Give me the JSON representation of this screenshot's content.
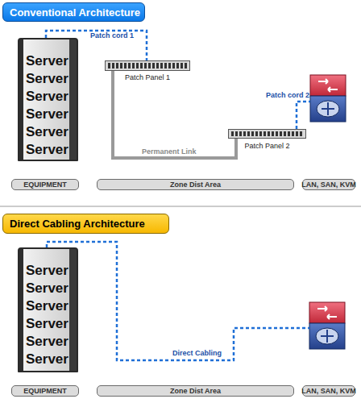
{
  "diagram": {
    "nodes": [
      {
        "text": [
          "Conventional Architecture"
        ]
      },
      {
        "text": [
          "Server",
          "Server",
          "Server",
          "Server",
          "Server",
          "Server"
        ]
      },
      {
        "text": [
          "Patch Panel 1"
        ]
      },
      {
        "text": [
          "Patch Panel 2"
        ]
      },
      {
        "text": [
          "EQUIPMENT"
        ]
      },
      {
        "text": [
          "Zone Dist Area"
        ]
      },
      {
        "text": [
          "LAN, SAN, KVM"
        ]
      },
      {
        "text": [
          "Direct Cabling Architecture"
        ]
      },
      {
        "text": [
          "Server",
          "Server",
          "Server",
          "Server",
          "Server",
          "Server"
        ]
      },
      {
        "text": [
          "EQUIPMENT"
        ]
      },
      {
        "text": [
          "Zone Dist Area"
        ]
      },
      {
        "text": [
          "LAN, SAN, KVM"
        ]
      }
    ],
    "edges": [
      {
        "from": 1,
        "to": 2,
        "arrow": "none",
        "label": "Patch cord 1"
      },
      {
        "from": 2,
        "to": 3,
        "arrow": "none",
        "label": "Permanent Link"
      }
    ],
    "labels": [
      "Patch cord 2",
      "Direct Cabling"
    ]
  }
}
